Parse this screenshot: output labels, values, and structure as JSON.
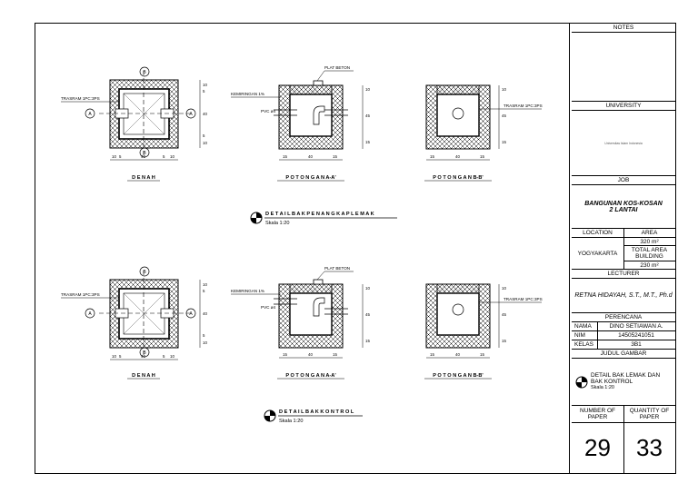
{
  "drawings": {
    "detail1": {
      "labels": {
        "trasram_left": "TRASRAM 1PC:3PS",
        "plat_beton": "PLAT BETON",
        "kemiringan": "KEMIRINGAN 1%",
        "pvc": "PVC ø4",
        "trasram_right": "TRASRAM 1PC:3PS",
        "marker_a": "A",
        "marker_b": "B",
        "denah": "D E N A H",
        "potongan_aa": "P O T O N G A N  A-A'",
        "potongan_bb": "P O T O N G A N  B-B'",
        "title": "D E T A I L  B A K  P E N A N G K A P  L E M A K",
        "scale": "Skala 1:20"
      },
      "dims": {
        "plan_v": [
          "10",
          "5",
          "40",
          "5",
          "10"
        ],
        "plan_h": [
          "10",
          "5",
          "40",
          "5",
          "10"
        ],
        "aa_v": [
          "10",
          "45",
          "15"
        ],
        "aa_h": [
          "15",
          "40",
          "15"
        ],
        "bb_v": [
          "10",
          "45",
          "15"
        ],
        "bb_h": [
          "15",
          "40",
          "15"
        ]
      }
    },
    "detail2": {
      "labels": {
        "trasram_left": "TRASRAM 1PC:3PS",
        "plat_beton": "PLAT BETON",
        "kemiringan": "KEMIRINGAN 1%",
        "pvc": "PVC ø4",
        "trasram_right": "TRASRAM 1PC:3PS",
        "marker_a": "A",
        "marker_b": "B",
        "denah": "D E N A H",
        "potongan_aa": "P O T O N G A N  A-A'",
        "potongan_bb": "P O T O N G A N  B-B'",
        "title": "D E T A I L  B A K  K O N T R O L",
        "scale": "Skala 1:20"
      },
      "dims": {
        "plan_v": [
          "10",
          "5",
          "40",
          "5",
          "10"
        ],
        "plan_h": [
          "10",
          "5",
          "40",
          "5",
          "10"
        ],
        "aa_v": [
          "10",
          "45",
          "15"
        ],
        "aa_h": [
          "15",
          "40",
          "15"
        ],
        "bb_v": [
          "10",
          "45",
          "15"
        ],
        "bb_h": [
          "15",
          "40",
          "15"
        ]
      }
    }
  },
  "title_block": {
    "notes": "NOTES",
    "university": "UNIVERSITY",
    "university_logo_text": "Universitas Islam Indonesia",
    "job": "JOB",
    "job_title": "BANGUNAN KOS-KOSAN 2 LANTAI",
    "location_label": "LOCATION",
    "area_label": "AREA",
    "area_value": "320 m²",
    "location_value": "YOGYAKARTA",
    "total_area_label": "TOTAL AREA BUILDING",
    "total_area_value": "230 m²",
    "lecturer_label": "LECTURER",
    "lecturer_name": "RETNA HIDAYAH, S.T., M.T., Ph.d",
    "perencana": "PERENCANA",
    "nama_label": "NAMA",
    "nama_value": "DINO SETIAWAN A.",
    "nim_label": "NIM",
    "nim_value": "14505241051",
    "kelas_label": "KELAS",
    "kelas_value": "3B1",
    "judul_label": "JUDUL GAMBAR",
    "judul_line1": "DETAIL BAK LEMAK DAN",
    "judul_line2": "BAK KONTROL",
    "judul_scale": "Skala 1:20",
    "number_label": "NUMBER OF PAPER",
    "quantity_label": "QUANTITY OF PAPER",
    "number_value": "29",
    "quantity_value": "33"
  }
}
